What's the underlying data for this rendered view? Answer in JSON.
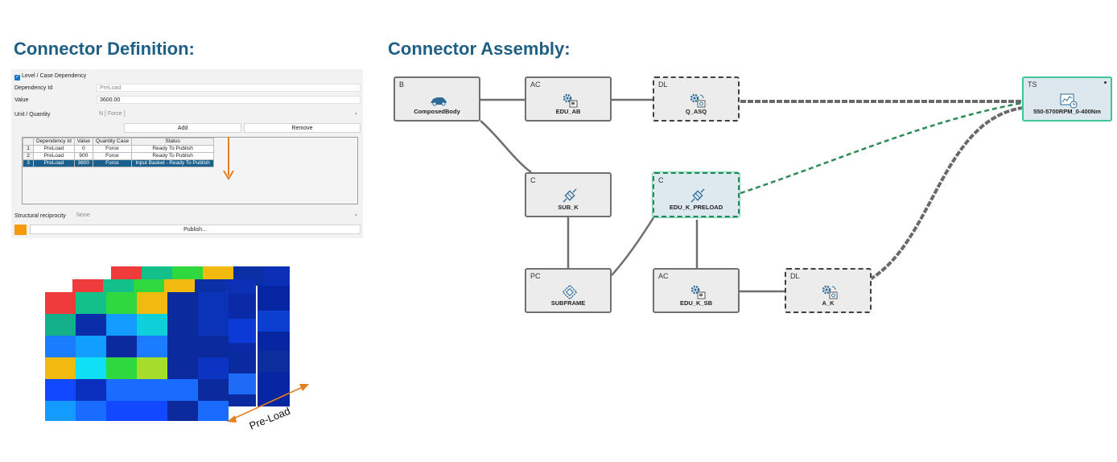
{
  "headings": {
    "definition": "Connector Definition:",
    "assembly": "Connector Assembly:"
  },
  "dialog": {
    "level_case_checkbox": "Level / Case Dependency",
    "dependency_id_label": "Dependency Id",
    "dependency_id_value": "PreLoad",
    "value_label": "Value",
    "value_value": "3600.00",
    "unit_label": "Unit / Quantity",
    "unit_value": "N [ Force ]",
    "add_button": "Add",
    "remove_button": "Remove",
    "table": {
      "headers": [
        "Dependency Id",
        "Value",
        "Quantity Case",
        "Status"
      ],
      "rows": [
        {
          "n": "1",
          "id": "PreLoad",
          "value": "0",
          "case": "Force",
          "status": "Ready To Publish"
        },
        {
          "n": "2",
          "id": "PreLoad",
          "value": "900",
          "case": "Force",
          "status": "Ready To Publish"
        },
        {
          "n": "3",
          "id": "PreLoad",
          "value": "3600",
          "case": "Force",
          "status": "Input Basket - Ready To Publish"
        }
      ]
    },
    "structural_label": "Structural reciprocity",
    "structural_value": "None",
    "publish_button": "Publish...",
    "swatch_color": "#f59a0a"
  },
  "heatmap": {
    "axis_label": "Pre-Load",
    "arrow_color": "#e67e22"
  },
  "assembly": {
    "nodes": [
      {
        "type": "B",
        "name": "ComposedBody",
        "icon": "car-body-icon"
      },
      {
        "type": "AC",
        "name": "EDU_AB",
        "icon": "gear-actuator-icon"
      },
      {
        "type": "DL",
        "name": "Q_ASQ",
        "icon": "gear-data-link-icon"
      },
      {
        "type": "TS",
        "name": "550-5700RPM_0-400Nm",
        "icon": "chart-test-icon"
      },
      {
        "type": "C",
        "name": "SUB_K",
        "icon": "connector-icon"
      },
      {
        "type": "C",
        "name": "EDU_K_PRELOAD",
        "icon": "connector-icon"
      },
      {
        "type": "PC",
        "name": "SUBFRAME",
        "icon": "chip-component-icon"
      },
      {
        "type": "AC",
        "name": "EDU_K_SB",
        "icon": "gear-actuator-icon"
      },
      {
        "type": "DL",
        "name": "A_K",
        "icon": "gear-data-link-icon"
      }
    ],
    "link_color_selected": "#2e8b57"
  }
}
